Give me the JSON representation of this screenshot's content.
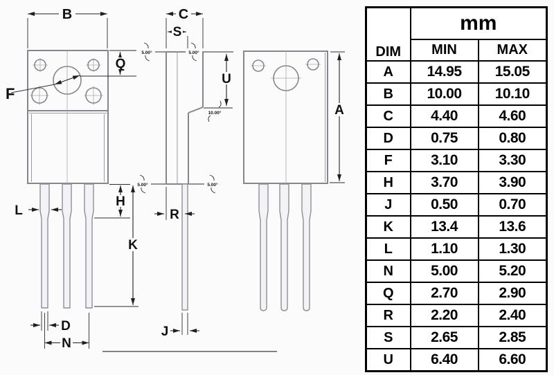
{
  "drawing": {
    "labels": {
      "A": "A",
      "B": "B",
      "C": "C",
      "D": "D",
      "F": "F",
      "H": "H",
      "J": "J",
      "K": "K",
      "L": "L",
      "N": "N",
      "Q": "Q",
      "R": "R",
      "S": "S",
      "U": "U"
    },
    "angles": {
      "top_left": "5.00°",
      "top_right": "5.00°",
      "step": "10.00°",
      "bottom_left": "5.00°",
      "bottom_right": "5.00°"
    }
  },
  "table": {
    "unit_header": "mm",
    "columns": {
      "dim": "DIM",
      "min": "MIN",
      "max": "MAX"
    },
    "rows": [
      {
        "dim": "A",
        "min": "14.95",
        "max": "15.05"
      },
      {
        "dim": "B",
        "min": "10.00",
        "max": "10.10"
      },
      {
        "dim": "C",
        "min": "4.40",
        "max": "4.60"
      },
      {
        "dim": "D",
        "min": "0.75",
        "max": "0.80"
      },
      {
        "dim": "F",
        "min": "3.10",
        "max": "3.30"
      },
      {
        "dim": "H",
        "min": "3.70",
        "max": "3.90"
      },
      {
        "dim": "J",
        "min": "0.50",
        "max": "0.70"
      },
      {
        "dim": "K",
        "min": "13.4",
        "max": "13.6"
      },
      {
        "dim": "L",
        "min": "1.10",
        "max": "1.30"
      },
      {
        "dim": "N",
        "min": "5.00",
        "max": "5.20"
      },
      {
        "dim": "Q",
        "min": "2.70",
        "max": "2.90"
      },
      {
        "dim": "R",
        "min": "2.20",
        "max": "2.40"
      },
      {
        "dim": "S",
        "min": "2.65",
        "max": "2.85"
      },
      {
        "dim": "U",
        "min": "6.40",
        "max": "6.60"
      }
    ]
  },
  "colors": {
    "line_gray": "#85858d",
    "dim_black": "#1f1f1f",
    "table_border": "#000000",
    "background": "#fbfbfb"
  }
}
